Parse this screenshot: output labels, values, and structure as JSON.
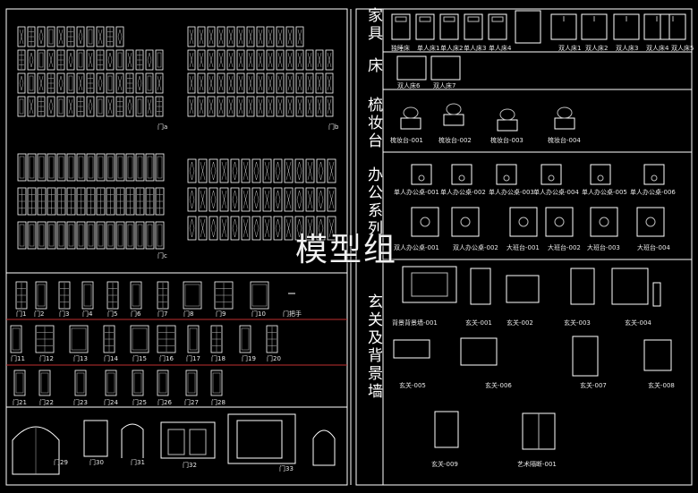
{
  "watermark": "模型组",
  "left_labels": {
    "door_a": "门a",
    "door_b": "门b",
    "door_c": "门c",
    "row1": [
      "门1",
      "门2",
      "门3",
      "门4",
      "门5",
      "门6",
      "门7",
      "门8",
      "门9",
      "门10",
      "门把手"
    ],
    "row2": [
      "门11",
      "门12",
      "门13",
      "门14",
      "门15",
      "门16",
      "门17",
      "门18",
      "门19",
      "门20"
    ],
    "row3": [
      "门21",
      "门22",
      "门23",
      "门24",
      "门25",
      "门26",
      "门27",
      "门28"
    ],
    "row4": [
      "门29",
      "门30",
      "门31",
      "门32",
      "门33"
    ]
  },
  "categories": {
    "furniture": "家具",
    "bed": "床",
    "dresser": "梳妆台",
    "office": "办公系列",
    "entry": "玄关及背景墙"
  },
  "beds": [
    "独睡床",
    "单人床1",
    "单人床2",
    "单人床3",
    "单人床4",
    "双人床1",
    "双人床2",
    "双人床3",
    "双人床4",
    "双人床5",
    "双人床6",
    "双人床7"
  ],
  "dressers": [
    "梳妆台-001",
    "梳妆台-002",
    "梳妆台-003",
    "梳妆台-004"
  ],
  "office_row1": [
    "单人办公桌-001",
    "单人办公桌-002",
    "单人办公桌-003",
    "单人办公桌-004",
    "单人办公桌-005",
    "单人办公桌-006"
  ],
  "office_row2": [
    "双人办公桌-001",
    "双人办公桌-002",
    "大班台-001",
    "大班台-002",
    "大班台-003",
    "大班台-004"
  ],
  "entry_row1": [
    "背景背景墙-001",
    "玄关-001",
    "玄关-002",
    "玄关-003",
    "玄关-004"
  ],
  "entry_row2": [
    "玄关-005",
    "玄关-006",
    "玄关-007",
    "玄关-008"
  ],
  "entry_row3": [
    "玄关-009",
    "艺术隔断-001"
  ]
}
